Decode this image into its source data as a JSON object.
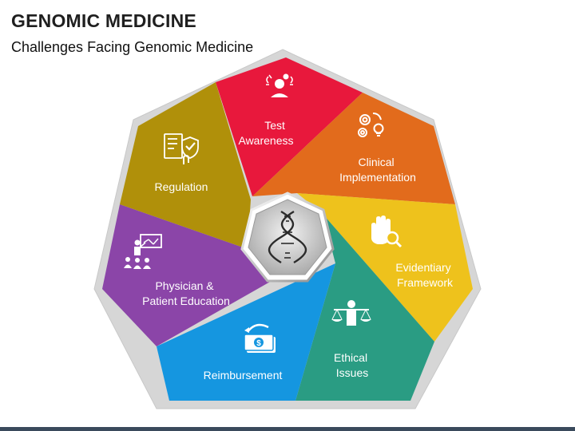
{
  "header": {
    "title": "GENOMIC MEDICINE",
    "subtitle": "Challenges Facing Genomic Medicine"
  },
  "segments": [
    {
      "id": "test-awareness",
      "lines": [
        "Test",
        "Awareness"
      ],
      "color": "#e8183c",
      "icon": "head-idea-icon"
    },
    {
      "id": "clinical-implementation",
      "lines": [
        "Clinical",
        "Implementation"
      ],
      "color": "#e26b1c",
      "icon": "gears-bulb-icon"
    },
    {
      "id": "evidentiary-framework",
      "lines": [
        "Evidentiary",
        "Framework"
      ],
      "color": "#eec21c",
      "icon": "hand-magnifier-icon"
    },
    {
      "id": "ethical-issues",
      "lines": [
        "Ethical",
        "Issues"
      ],
      "color": "#2a9c83",
      "icon": "person-scales-icon"
    },
    {
      "id": "reimbursement",
      "lines": [
        "Reimbursement"
      ],
      "color": "#1596e0",
      "icon": "money-refund-icon"
    },
    {
      "id": "physician-patient-education",
      "lines": [
        "Physician &",
        "Patient Education"
      ],
      "color": "#8b45a8",
      "icon": "presentation-icon"
    },
    {
      "id": "regulation",
      "lines": [
        "Regulation"
      ],
      "color": "#b0900a",
      "icon": "document-shield-icon"
    }
  ],
  "center": {
    "icon": "dna-icon"
  }
}
